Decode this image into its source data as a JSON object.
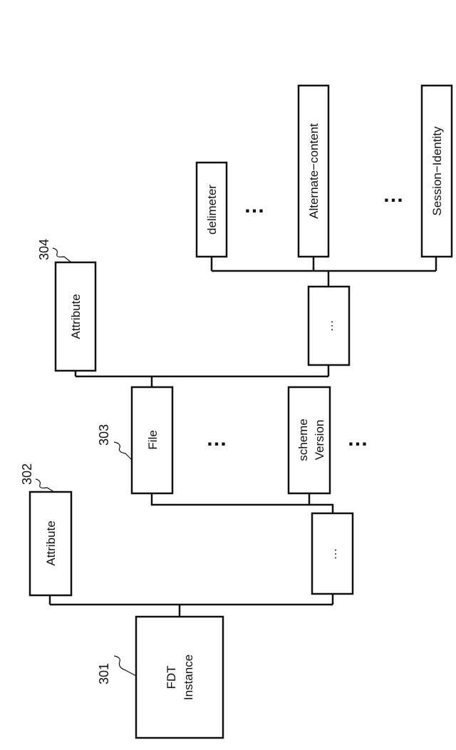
{
  "nodes": {
    "fdt_instance": {
      "line1": "FDT",
      "line2": "Instance",
      "ref": "301"
    },
    "attribute_302": {
      "label": "Attribute",
      "ref": "302"
    },
    "file": {
      "label": "File",
      "ref": "303"
    },
    "scheme_version": {
      "line1": "scheme",
      "line2": "Version"
    },
    "attribute_304": {
      "label": "Attribute",
      "ref": "304"
    },
    "ellipsis_box_1": {
      "label": "…"
    },
    "ellipsis_box_2": {
      "label": "…"
    },
    "delimeter": {
      "label": "delimeter"
    },
    "alternate_content": {
      "label": "Alternate−content"
    },
    "session_identity": {
      "label": "Session−Identity"
    }
  },
  "ellipsis": "…"
}
